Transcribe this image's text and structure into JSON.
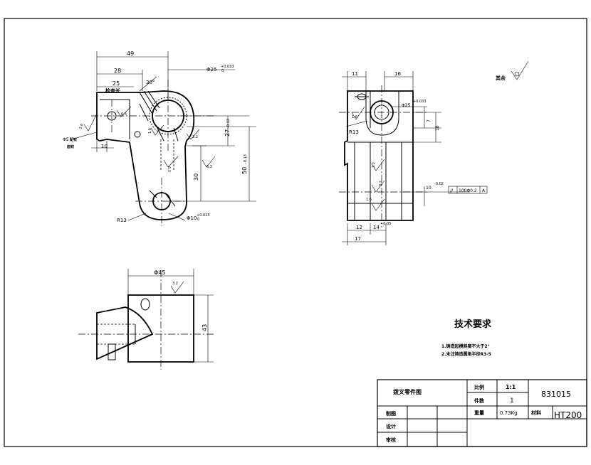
{
  "front_view": {
    "dims": {
      "d49": "49",
      "d28": "28",
      "d25": "25",
      "bore": "Φ25",
      "bore_tol": "+0.033",
      "bore_tol_low": "0",
      "angle30": "30°",
      "d27": "27",
      "d27_tol": "-0.13",
      "d50": "50",
      "d50_tol": "-0.13",
      "d30": "30",
      "d10": "10",
      "r13": "R13",
      "small_bore": "Φ10",
      "small_bore_tol": "+0.015",
      "small_bore_tol_low": "0",
      "hole5": "Φ5",
      "hole5_note": "配铰",
      "hole5_sub": "面铰",
      "depth_note": "检查长",
      "rough_a": "1.6",
      "rough_b": "6.3",
      "rough_c": "6.3",
      "rough_d": "3.2",
      "rough_e": "6.3",
      "rough_f": "1.6"
    }
  },
  "side_view": {
    "dims": {
      "d11": "11",
      "d16": "16",
      "bore": "Φ25",
      "bore_tol": "+0.033",
      "r13": "R13",
      "d7": "7",
      "d18": "18",
      "d12": "12",
      "d14": "14",
      "d14_tol": "+0.05",
      "d17": "17",
      "slot": "10",
      "slot_tol": "-0.02",
      "tol_frame_sym": "//",
      "tol_frame_val": "100Φ0.2",
      "tol_frame_ref": "A",
      "rough_a": "1.6",
      "rough_b": "3.2",
      "rough_c": "3.2",
      "rough_d": "1.6"
    }
  },
  "top_view": {
    "dims": {
      "d45": "Φ45",
      "d43": "43",
      "rough": "3.2"
    }
  },
  "surface_note": "其余",
  "tech_req": {
    "title": "技术要求",
    "items": [
      "1.铸造起模斜度不大于2°",
      "2.未注铸造圆角半径R3-5"
    ]
  },
  "title_block": {
    "part_name": "拨叉零件图",
    "scale_label": "比例",
    "scale_value": "1:1",
    "qty_label": "件数",
    "qty_value": "1",
    "drawing_no": "831015",
    "weight_label": "重量",
    "weight_value": "0.73Kg",
    "material_label": "材料",
    "material_value": "HT200",
    "row_draw": "制图",
    "row_design": "设计",
    "row_check": "审核"
  }
}
